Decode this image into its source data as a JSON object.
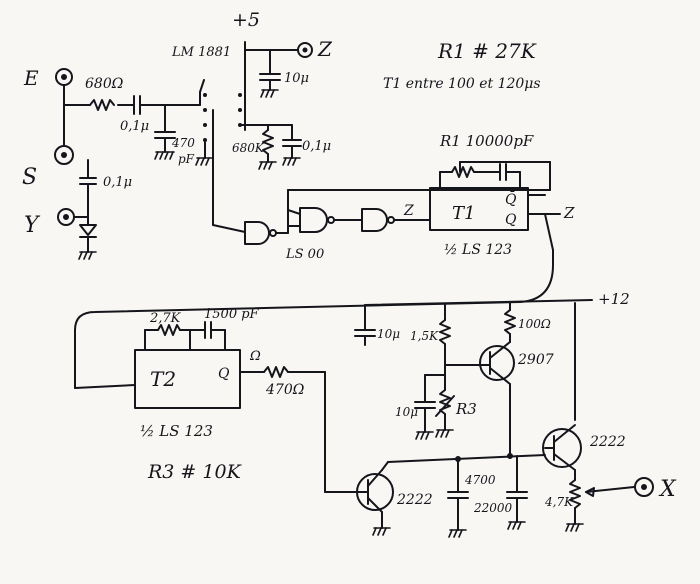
{
  "labels": {
    "supply_plus5": "+5",
    "ic_lm1881": "LM 1881",
    "out_z_top": "Z",
    "note_r1": "R1 # 27K",
    "note_t1": "T1 entre 100 et 120μs",
    "in_e": "E",
    "in_s": "S",
    "in_y": "Y",
    "r_680": "680Ω",
    "c_01_a": "0,1μ",
    "c_470": "470",
    "c_470_unit": "pF",
    "c_01_b": "0,1μ",
    "c_10u_top": "10μ",
    "r_680k": "680K",
    "c_01_c": "0,1μ",
    "r1_c1": "R1  10000pF",
    "ic_ls00": "LS 00",
    "z_gate": "Z",
    "t1": "T1",
    "q_bar": "Q̄",
    "q": "Q",
    "z_right": "Z",
    "half_ls123_a": "½ LS 123",
    "supply_plus12": "+12",
    "r_27k": "2,7K",
    "c_1500": "1500 pF",
    "t2": "T2",
    "q2": "Q",
    "omega": "Ω",
    "r_470": "470Ω",
    "c_10u_mid": "10μ",
    "r_15k": "1,5K",
    "r_100": "100Ω",
    "q_2907": "2907",
    "c_10u_low": "10μ",
    "r3": "R3",
    "half_ls123_b": "½ LS 123",
    "note_r3": "R3 # 10K",
    "q_2222_a": "2222",
    "c_4700": "4700",
    "c_22000": "22000",
    "q_2222_b": "2222",
    "r_47k": "4,7K",
    "out_x": "X"
  },
  "colors": {
    "ink": "#15151c",
    "paper": "#f8f7f3"
  }
}
